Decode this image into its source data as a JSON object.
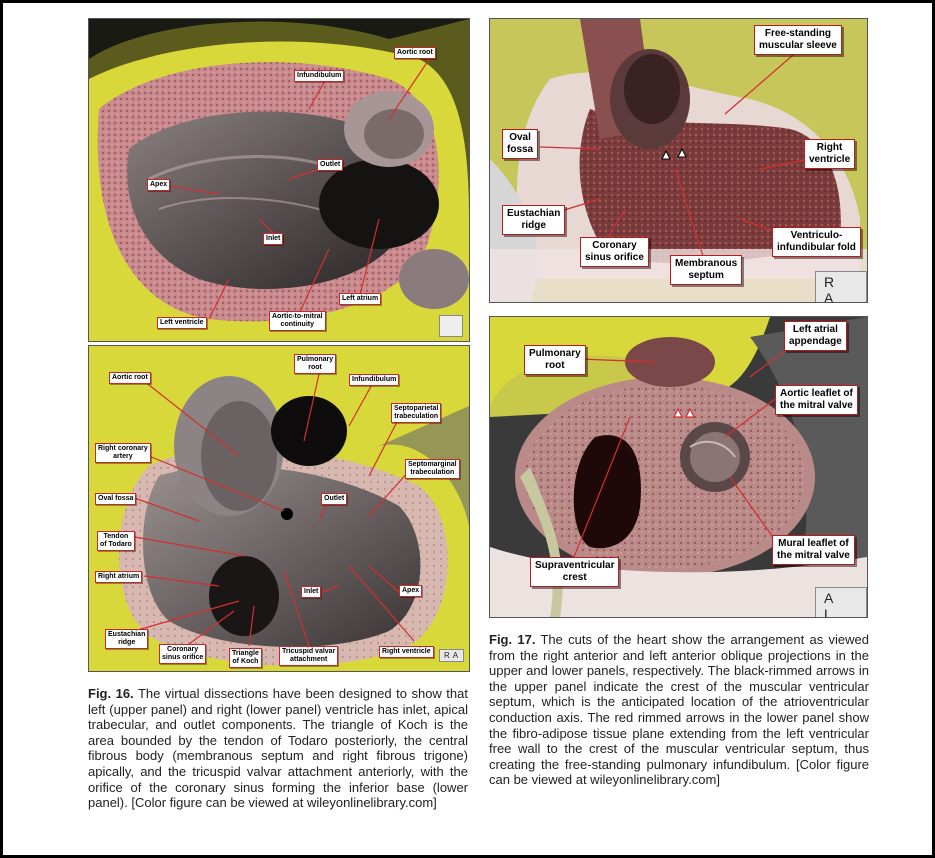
{
  "fig16": {
    "upper_panel": {
      "labels": {
        "aortic_root": "Aortic root",
        "infundibulum": "Infundibulum",
        "outlet": "Outlet",
        "apex": "Apex",
        "inlet": "Inlet",
        "left_atrium": "Left atrium",
        "left_ventricle": "Left ventricle",
        "aortic_to_mitral_line1": "Aortic-to-mitral",
        "aortic_to_mitral_line2": "continuity"
      }
    },
    "lower_panel": {
      "labels": {
        "pulmonary_root_line1": "Pulmonary",
        "pulmonary_root_line2": "root",
        "aortic_root": "Aortic root",
        "infundibulum": "Infundibulum",
        "septoparietal_line1": "Septoparietal",
        "septoparietal_line2": "trabeculation",
        "right_coronary_line1": "Right coronary",
        "right_coronary_line2": "artery",
        "septomarginal_line1": "Septomarginal",
        "septomarginal_line2": "trabeculation",
        "outlet": "Outlet",
        "oval_fossa": "Oval fossa",
        "tendon_line1": "Tendon",
        "tendon_line2": "of Todaro",
        "inlet": "Inlet",
        "apex": "Apex",
        "right_atrium": "Right atrium",
        "eustachian_line1": "Eustachian",
        "eustachian_line2": "ridge",
        "coronary_sinus_line1": "Coronary",
        "coronary_sinus_line2": "sinus orifice",
        "triangle_koch_line1": "Triangle",
        "triangle_koch_line2": "of Koch",
        "tricuspid_line1": "Tricuspid valvar",
        "tricuspid_line2": "attachment",
        "right_ventricle": "Right ventricle",
        "orientation": "RA"
      }
    },
    "caption": {
      "label": "Fig. 16.",
      "text": "The virtual dissections have been designed to show that left (upper panel) and right (lower panel) ventricle has inlet, apical trabecular, and outlet components. The triangle of Koch is the area bounded by the tendon of Todaro posteriorly, the central fibrous body (membranous septum and right fibrous trigone) apically, and the tricuspid valvar attachment anteriorly, with the orifice of the coronary sinus forming the inferior base (lower panel). [Color figure can be viewed at wileyonlinelibrary.com]"
    }
  },
  "fig17": {
    "upper_panel": {
      "labels": {
        "free_standing_line1": "Free-standing",
        "free_standing_line2": "muscular sleeve",
        "oval_fossa_line1": "Oval",
        "oval_fossa_line2": "fossa",
        "right_ventricle_line1": "Right",
        "right_ventricle_line2": "ventricle",
        "eustachian_line1": "Eustachian",
        "eustachian_line2": "ridge",
        "ventriculo_line1": "Ventriculo-",
        "ventriculo_line2": "infundibular fold",
        "coronary_sinus_line1": "Coronary",
        "coronary_sinus_line2": "sinus orifice",
        "membranous_line1": "Membranous",
        "membranous_line2": "septum",
        "orientation": "R A"
      }
    },
    "lower_panel": {
      "labels": {
        "left_atrial_line1": "Left atrial",
        "left_atrial_line2": "appendage",
        "pulmonary_root_line1": "Pulmonary",
        "pulmonary_root_line2": "root",
        "aortic_leaflet_line1": "Aortic leaflet of",
        "aortic_leaflet_line2": "the mitral valve",
        "mural_leaflet_line1": "Mural leaflet of",
        "mural_leaflet_line2": "the mitral valve",
        "supraventricular_line1": "Supraventricular",
        "supraventricular_line2": "crest",
        "orientation": "A L"
      }
    },
    "caption": {
      "label": "Fig. 17.",
      "text": "The cuts of the heart show the arrangement as viewed from the right anterior and left anterior oblique projections in the upper and lower panels, respectively. The black-rimmed arrows in the upper panel indicate the crest of the muscular ventricular septum, which is the anticipated location of the atrioventricular conduction axis. The red rimmed arrows in the lower panel show the fibro-adipose tissue plane extending from the left ventricular free wall to the crest of the muscular ventricular septum, thus creating the free-standing pulmonary infundibulum. [Color figure can be viewed at wileyonlinelibrary.com]"
    }
  },
  "colors": {
    "fat_yellow": "#d8d83a",
    "myocardium_pink": "#c98a8e",
    "cavity_dark": "#3a3434",
    "label_border": "#c62828",
    "pointer_line": "#d32f2f"
  }
}
